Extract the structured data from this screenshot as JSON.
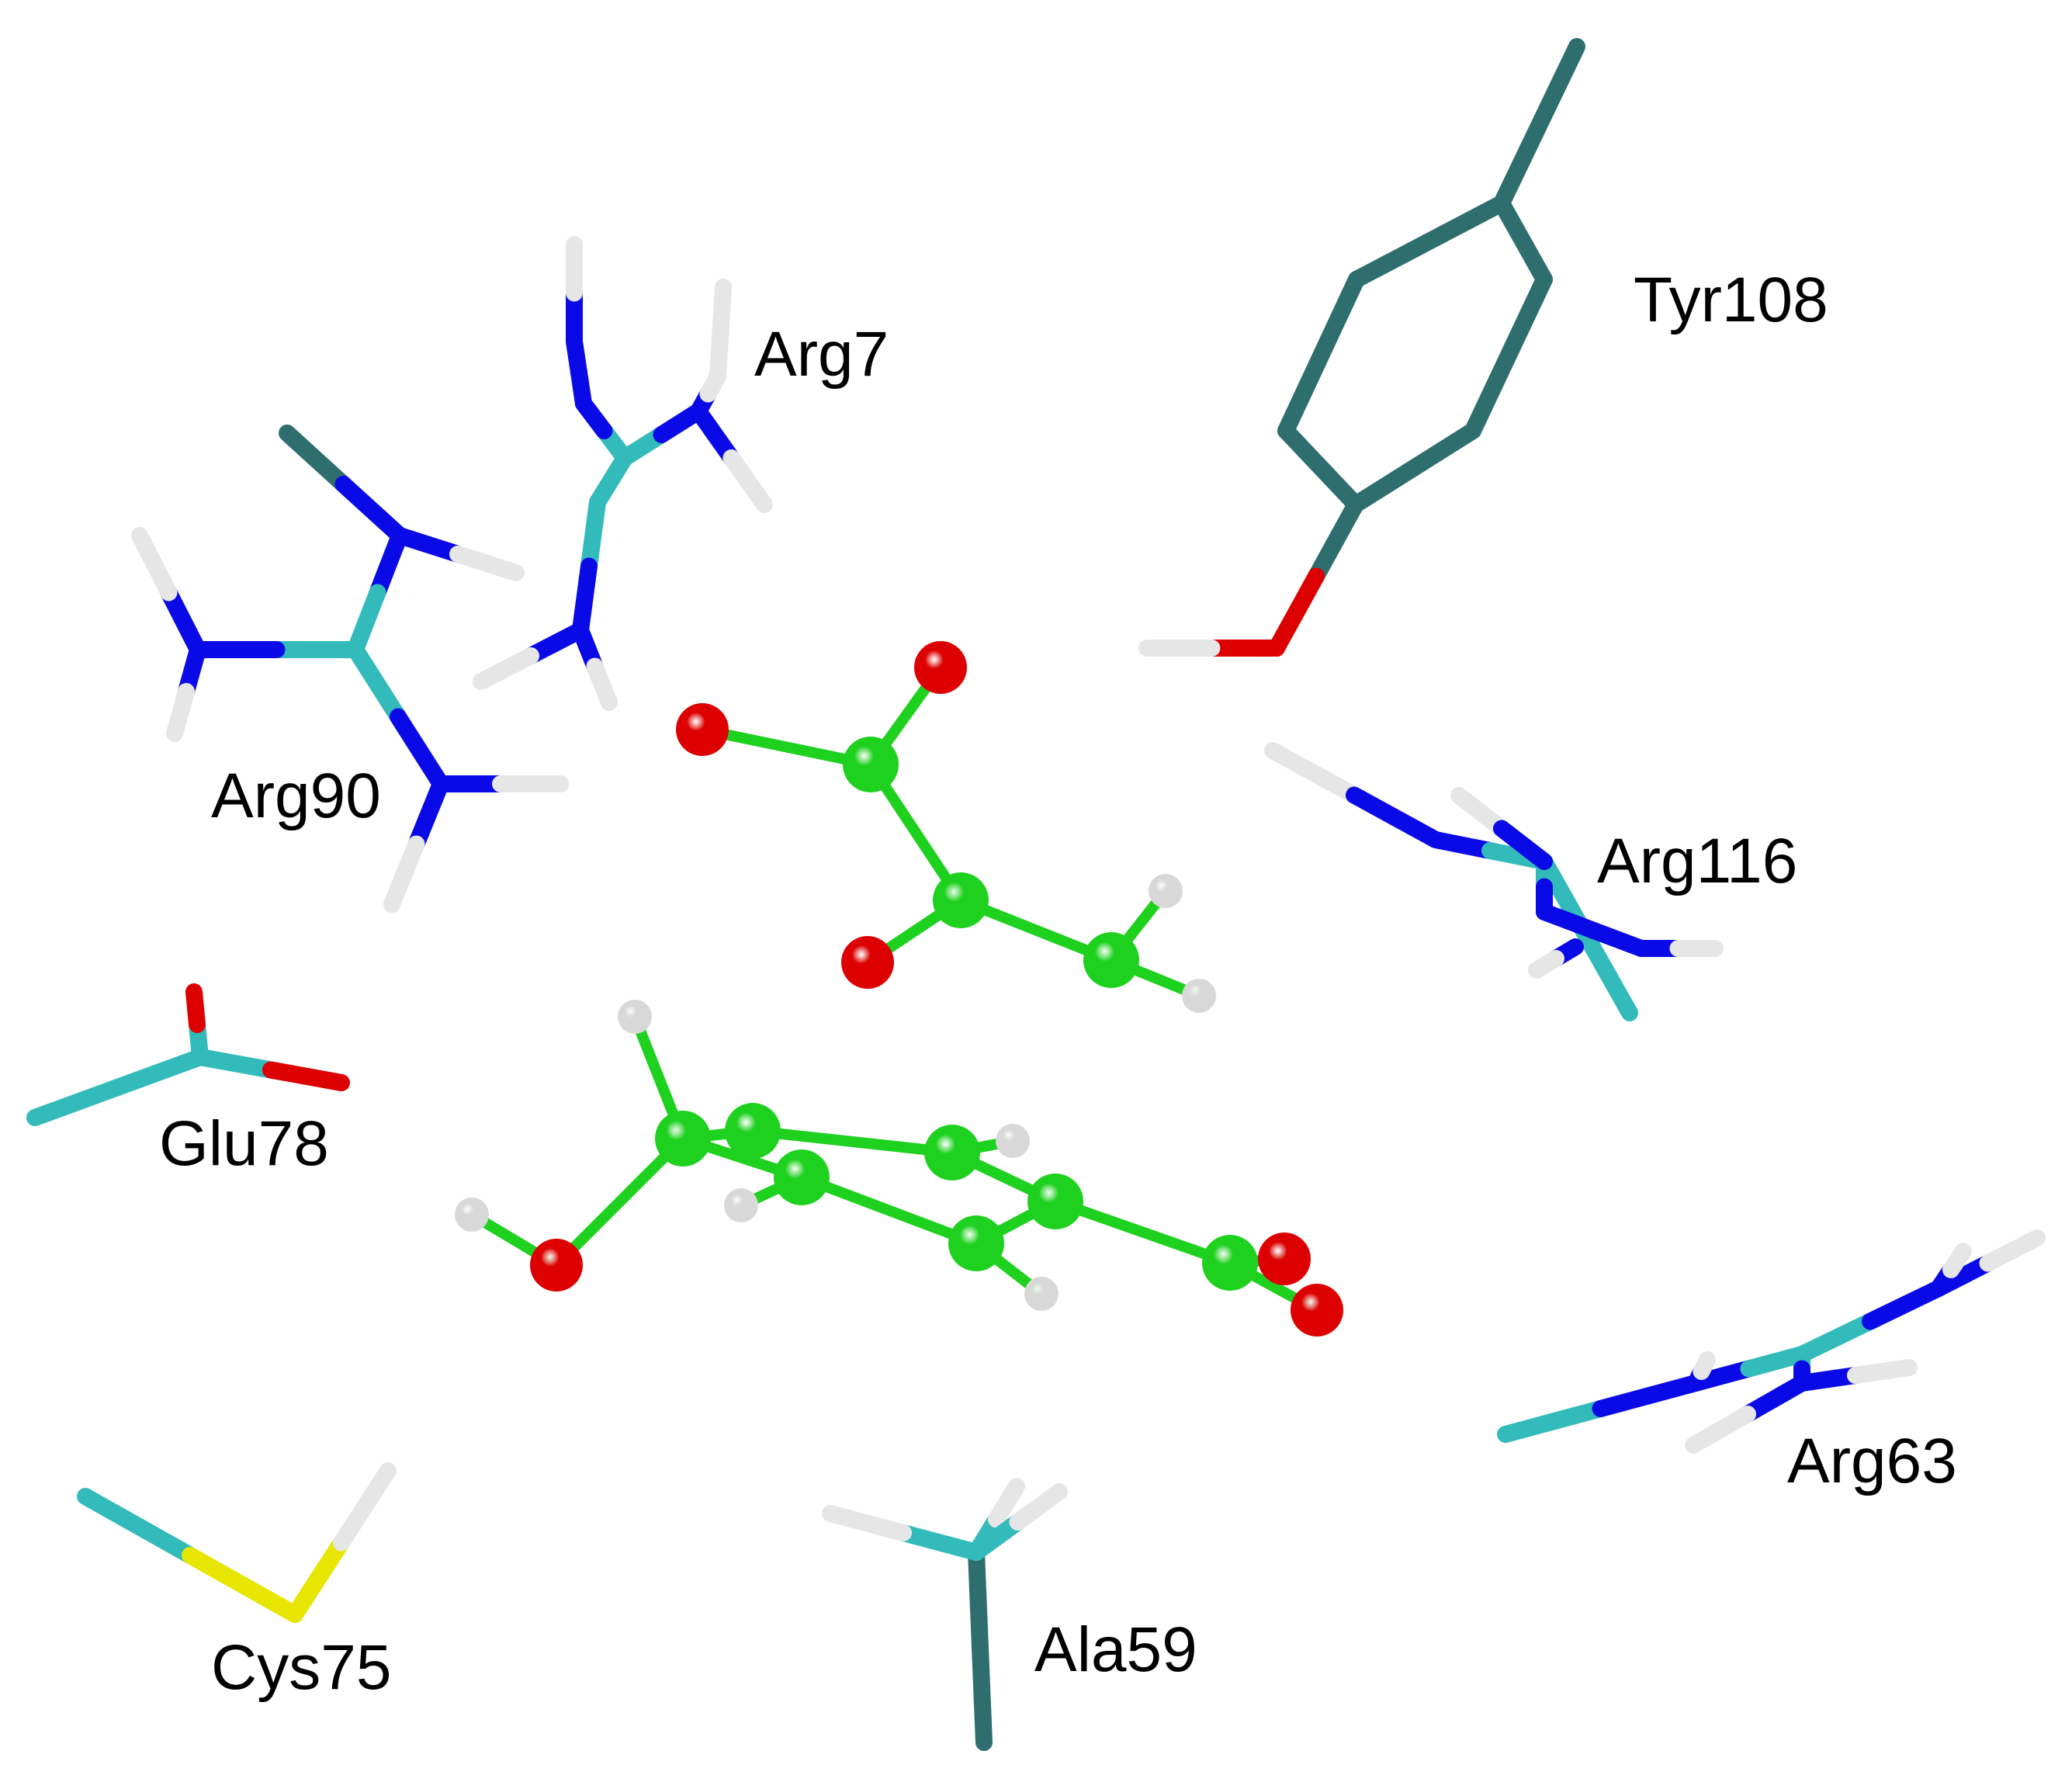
{
  "colors": {
    "carbon_protein": "#33BBBB",
    "carbon_tyrosine": "#2F6E6E",
    "nitrogen": "#0A0AE6",
    "oxygen": "#DD0000",
    "hydrogen": "#E6E6E6",
    "sulfur": "#E6E600",
    "ligand_carbon": "#1FD11F",
    "background": "#FFFFFF"
  },
  "residue_labels": {
    "arg7": "Arg7",
    "tyr108": "Tyr108",
    "arg90": "Arg90",
    "arg116": "Arg116",
    "glu78": "Glu78",
    "arg63": "Arg63",
    "cys75": "Cys75",
    "ala59": "Ala59"
  }
}
